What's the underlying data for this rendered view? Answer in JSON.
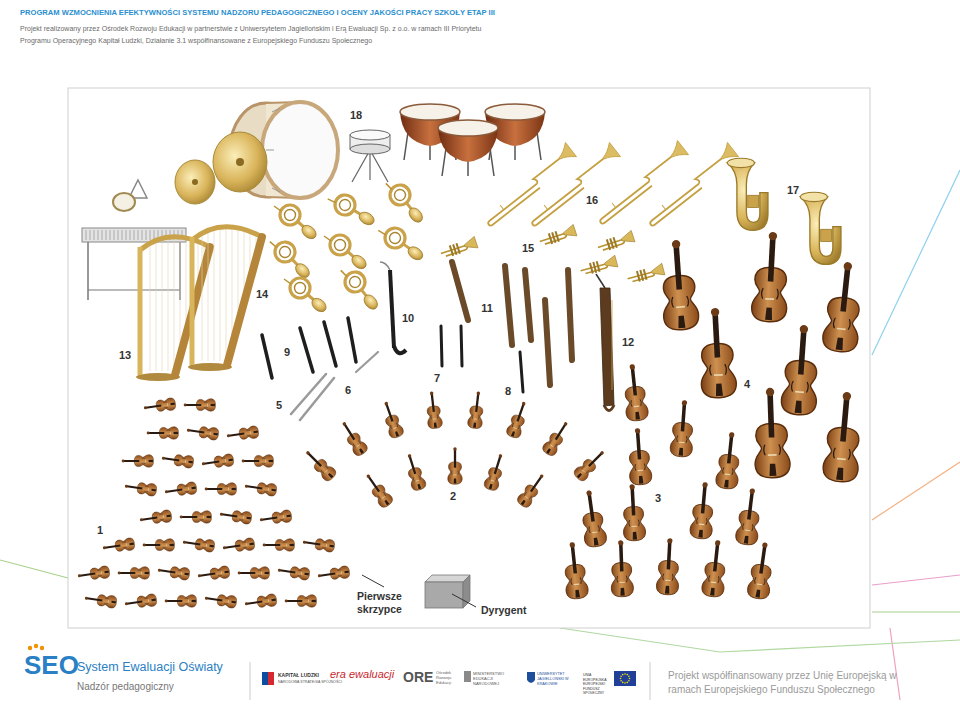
{
  "diagram": {
    "title": "PROGRAM WZMOCNIENIA EFEKTYWNOŚCI SYSTEMU NADZORU PEDAGOGICZNEGO I OCENY JAKOŚCI PRACY SZKOŁY ETAP III",
    "labels": [
      "Projekt realizowany przez Ośrodek Rozwoju Edukacji w partnerstwie z Uniwersytetem Jagiellońskim i Erą Ewaluacji Sp. z o.o. w ramach III Priorytetu Programu Operacyjnego Kapitał Ludzki, Działanie 3.1 współfinansowane z Europejskiego Funduszu Społecznego",
      "18",
      "14",
      "16",
      "17",
      "15",
      "13",
      "10",
      "11",
      "9",
      "12",
      "6",
      "5",
      "7",
      "8",
      "4",
      "1",
      "2",
      "3",
      "Pierwsze skrzypce",
      "Dyrygent",
      "SEO",
      "System Ewaluacji Oświaty",
      "Nadzór pedagogiczny",
      "KAPITAŁ LUDZKI",
      "NARODOWA STRATEGIA SPÓJNOŚCI",
      "era ewaluacji",
      "ORE",
      "Ośrodek Rozwoju Edukacji",
      "MINISTERSTWO EDUKACJI NARODOWEJ",
      "UNIWERSYTET JAGIELLOŃSKI W KRAKOWIE",
      "UNIA EUROPEJSKA EUROPEJSKI FUNDUSZ SPOŁECZNY",
      "Projekt współfinansowany przez Unię Europejską w ramach Europejskiego Funduszu Społecznego"
    ]
  }
}
